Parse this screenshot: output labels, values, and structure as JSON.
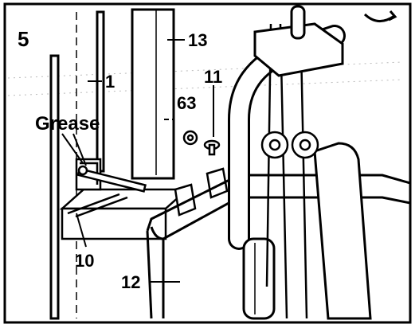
{
  "step_number": "5",
  "callouts": {
    "part_1": "1",
    "part_13": "13",
    "part_11": "11",
    "part_63": "63",
    "grease": "Grease",
    "part_10": "10",
    "part_12": "12"
  },
  "colors": {
    "ink": "#000000",
    "paper": "#ffffff",
    "shade": "#9a9a9a"
  }
}
